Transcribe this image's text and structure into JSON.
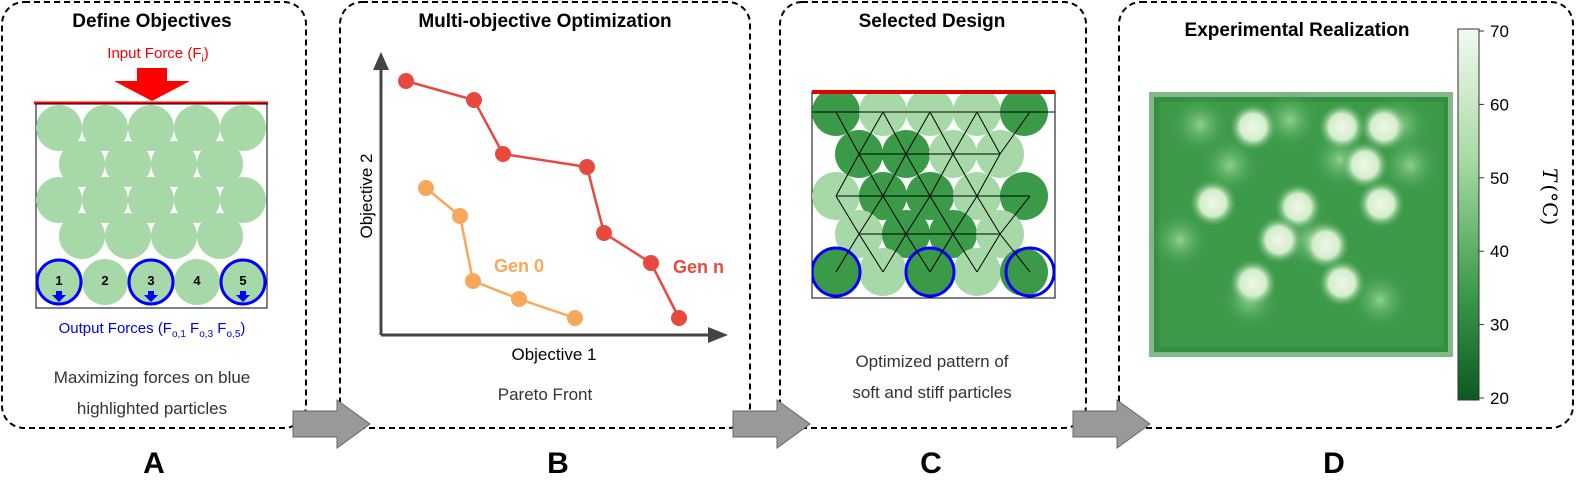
{
  "panels": [
    {
      "id": "A",
      "title": "Define Objectives",
      "caption_lines": [
        "Maximizing forces on blue",
        "highlighted particles"
      ]
    },
    {
      "id": "B",
      "title": "Multi-objective Optimization",
      "caption_lines": [
        "Pareto Front"
      ]
    },
    {
      "id": "C",
      "title": "Selected Design",
      "caption_lines": [
        "Optimized pattern of",
        "soft and stiff particles"
      ]
    },
    {
      "id": "D",
      "title": "Experimental Realization",
      "caption_lines": []
    }
  ],
  "panel_a": {
    "input_force_label": "Input Force (F",
    "input_force_sub": "i",
    "input_force_close": ")",
    "output_prefix": "Output Forces (F",
    "output_sub1": "o,1",
    "output_mid1": " F",
    "output_sub2": "o,3",
    "output_mid2": " F",
    "output_sub3": "o,5",
    "output_close": ")",
    "particle_numbers": [
      "1",
      "2",
      "3",
      "4",
      "5"
    ],
    "highlighted": [
      "1",
      "3",
      "5"
    ]
  },
  "panel_b": {
    "xlabel": "Objective 1",
    "ylabel": "Objective 2",
    "series": [
      {
        "name": "Gen 0",
        "color": "#f7a85a"
      },
      {
        "name": "Gen n",
        "color": "#e8493e"
      }
    ]
  },
  "colorbar": {
    "ticks": [
      "70",
      "60",
      "50",
      "40",
      "30",
      "20"
    ],
    "label_T": "T",
    "label_unit": "(°C)"
  },
  "colors": {
    "input": "#ff0000",
    "output": "#0000ff",
    "soft": "#a6d8a8",
    "stiff": "#3a9a48",
    "arrow": "#999999"
  }
}
